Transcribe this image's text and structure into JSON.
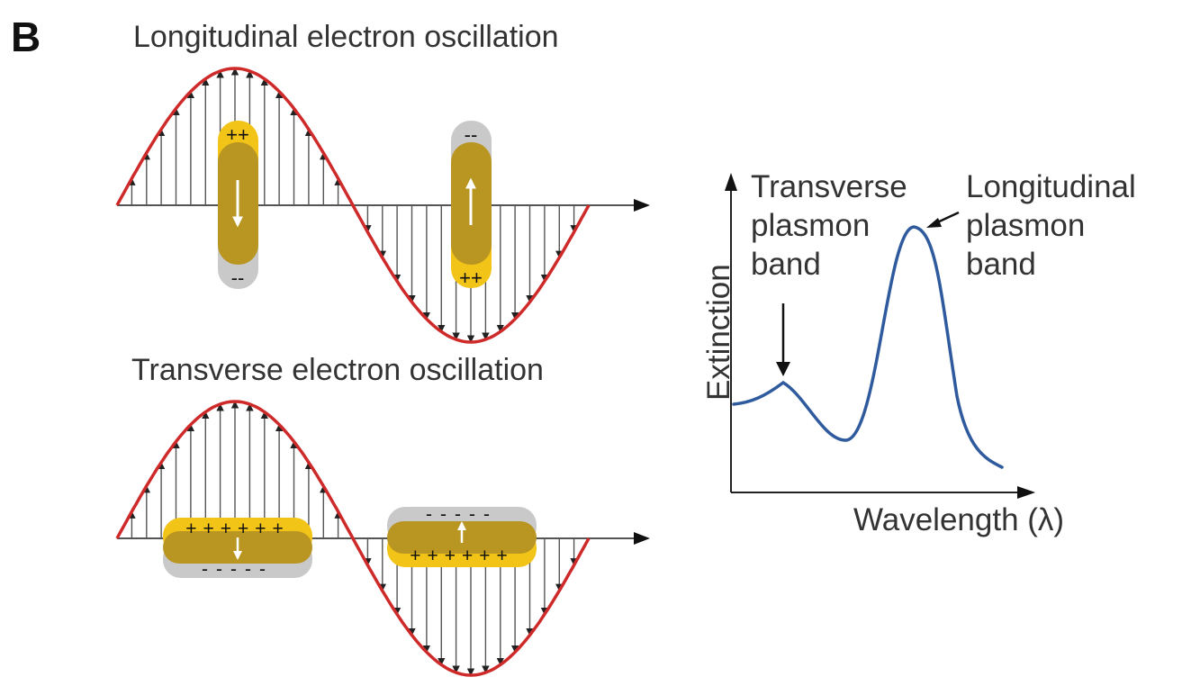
{
  "panel_label": "B",
  "longitudinal": {
    "title": "Longitudinal electron oscillation",
    "rod1_top_charges": "++",
    "rod1_bottom_charges": "--",
    "rod2_top_charges": "--",
    "rod2_bottom_charges": "++"
  },
  "transverse": {
    "title": "Transverse electron oscillation",
    "rod1_top_charges": "++++++",
    "rod1_bottom_charges": "-----",
    "rod2_top_charges": "-----",
    "rod2_bottom_charges": "++++++"
  },
  "spectrum": {
    "ylabel": "Extinction",
    "xlabel": "Wavelength (λ)",
    "transverse_band_lines": [
      "Transverse",
      "plasmon",
      "band"
    ],
    "longitudinal_band_lines": [
      "Longitudinal",
      "plasmon",
      "band"
    ]
  },
  "colors": {
    "wave": "#cf2a2a",
    "gold_dark": "#b99622",
    "gold_light": "#f2c418",
    "cloud_gray": "#c9c9c9",
    "spectrum_curve": "#2f5b9e",
    "axis": "#222222"
  }
}
